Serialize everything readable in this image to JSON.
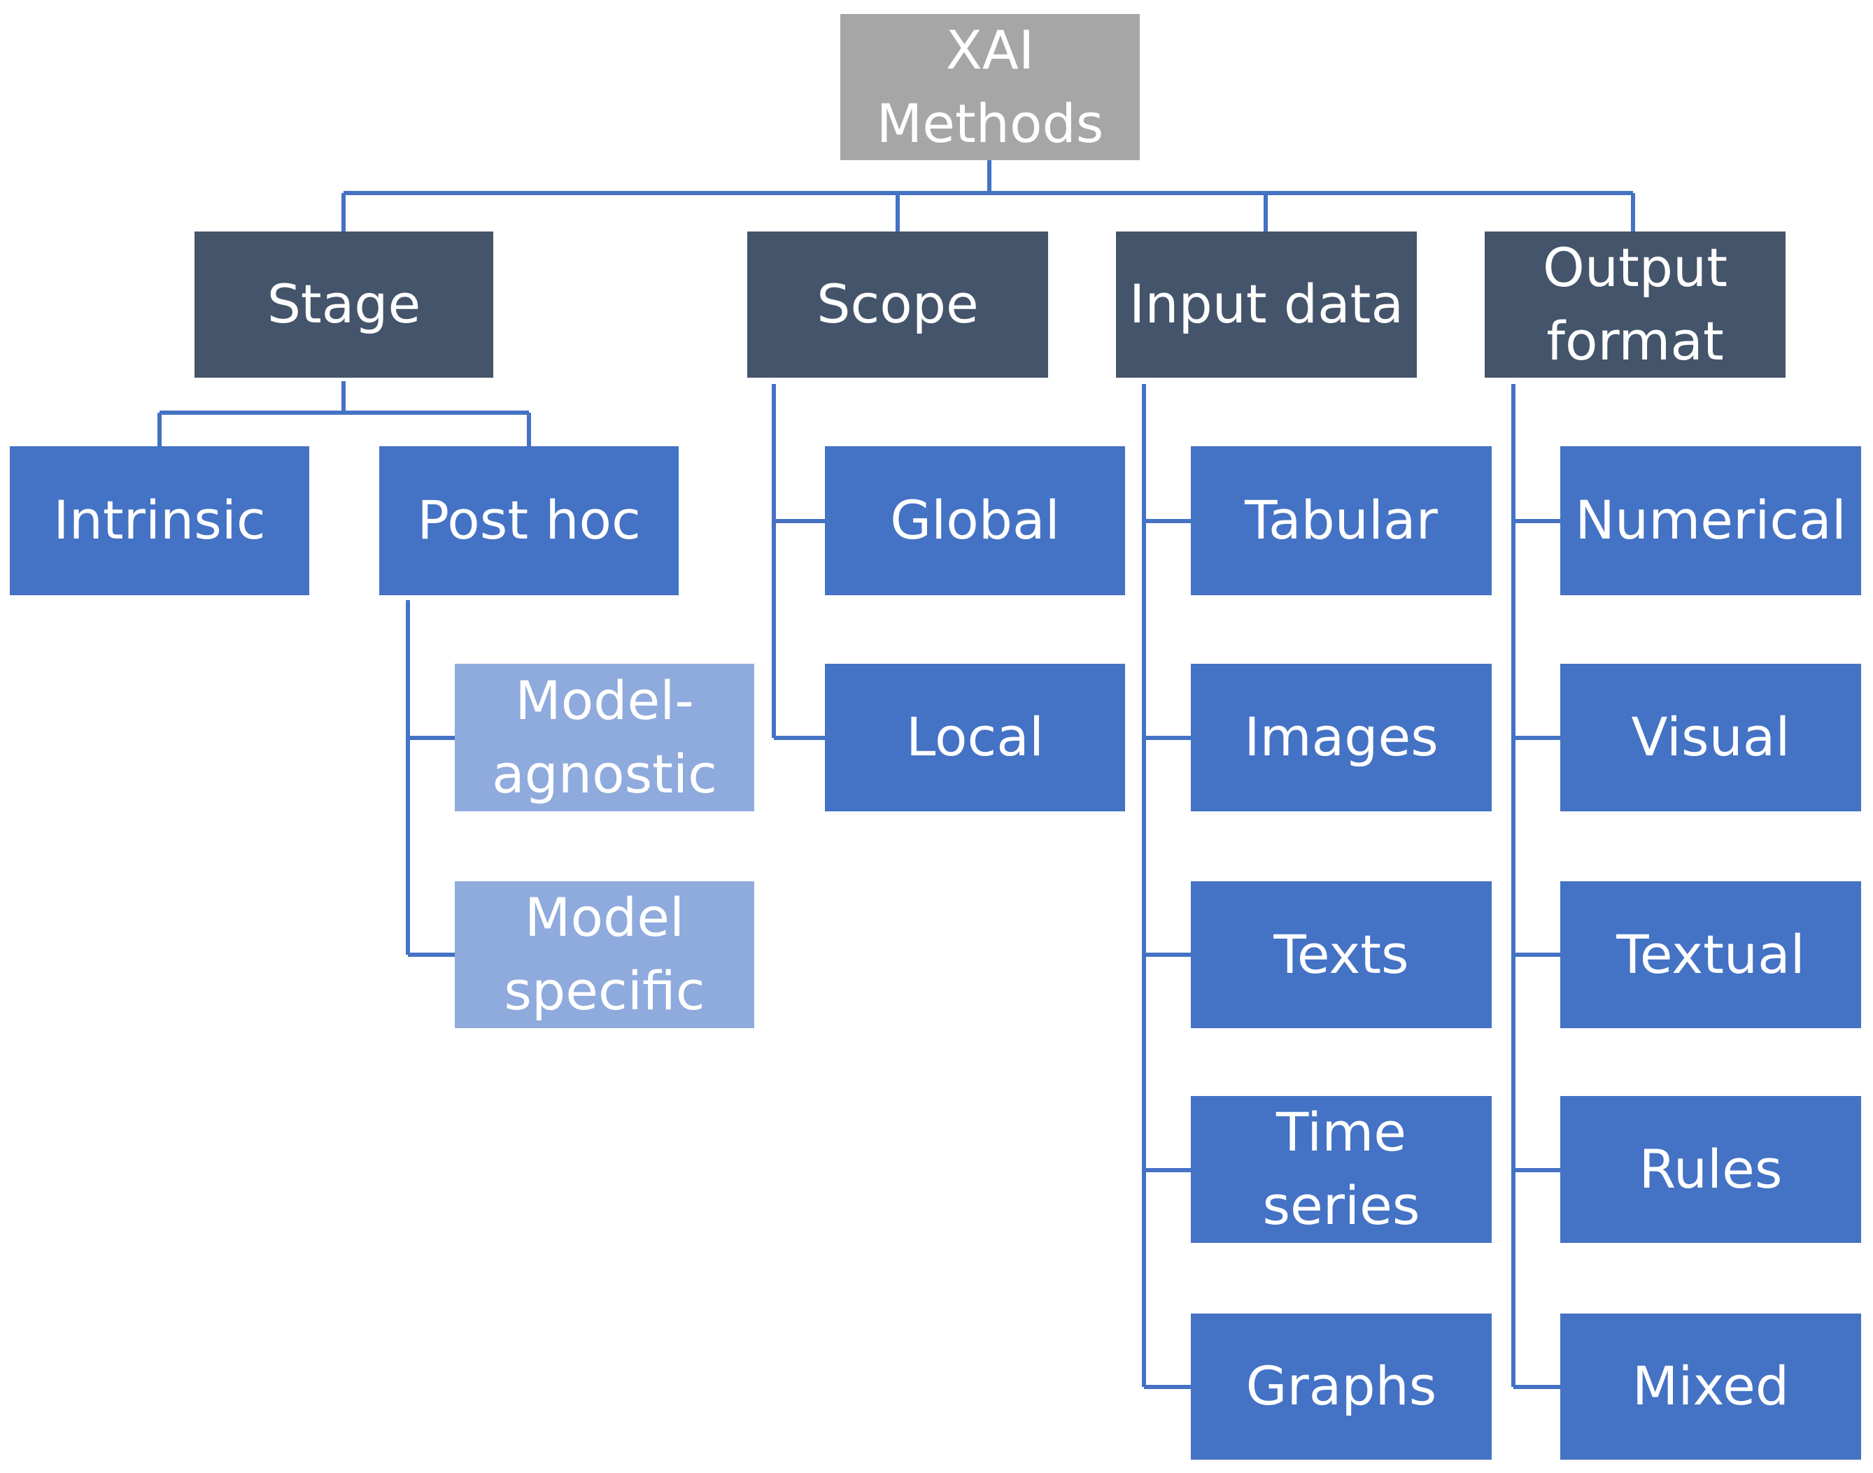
{
  "colors": {
    "root": "#a6a6a6",
    "category": "#44546a",
    "leaf": "#4472c4",
    "subleaf": "#8faadc",
    "connector": "#4472c4",
    "text": "#ffffff"
  },
  "root": {
    "label": "XAI\nMethods"
  },
  "categories": [
    {
      "id": "stage",
      "label": "Stage",
      "children": [
        {
          "id": "intrinsic",
          "label": "Intrinsic"
        },
        {
          "id": "post-hoc",
          "label": "Post hoc",
          "children": [
            {
              "id": "model-agnostic",
              "label": "Model-\nagnostic"
            },
            {
              "id": "model-specific",
              "label": "Model\nspecific"
            }
          ]
        }
      ]
    },
    {
      "id": "scope",
      "label": "Scope",
      "children": [
        {
          "id": "global",
          "label": "Global"
        },
        {
          "id": "local",
          "label": "Local"
        }
      ]
    },
    {
      "id": "input-data",
      "label": "Input data",
      "children": [
        {
          "id": "tabular",
          "label": "Tabular"
        },
        {
          "id": "images",
          "label": "Images"
        },
        {
          "id": "texts",
          "label": "Texts"
        },
        {
          "id": "time-series",
          "label": "Time series"
        },
        {
          "id": "graphs",
          "label": "Graphs"
        }
      ]
    },
    {
      "id": "output-format",
      "label": "Output\nformat",
      "children": [
        {
          "id": "numerical",
          "label": "Numerical"
        },
        {
          "id": "visual",
          "label": "Visual"
        },
        {
          "id": "textual",
          "label": "Textual"
        },
        {
          "id": "rules",
          "label": "Rules"
        },
        {
          "id": "mixed",
          "label": "Mixed"
        }
      ]
    }
  ]
}
